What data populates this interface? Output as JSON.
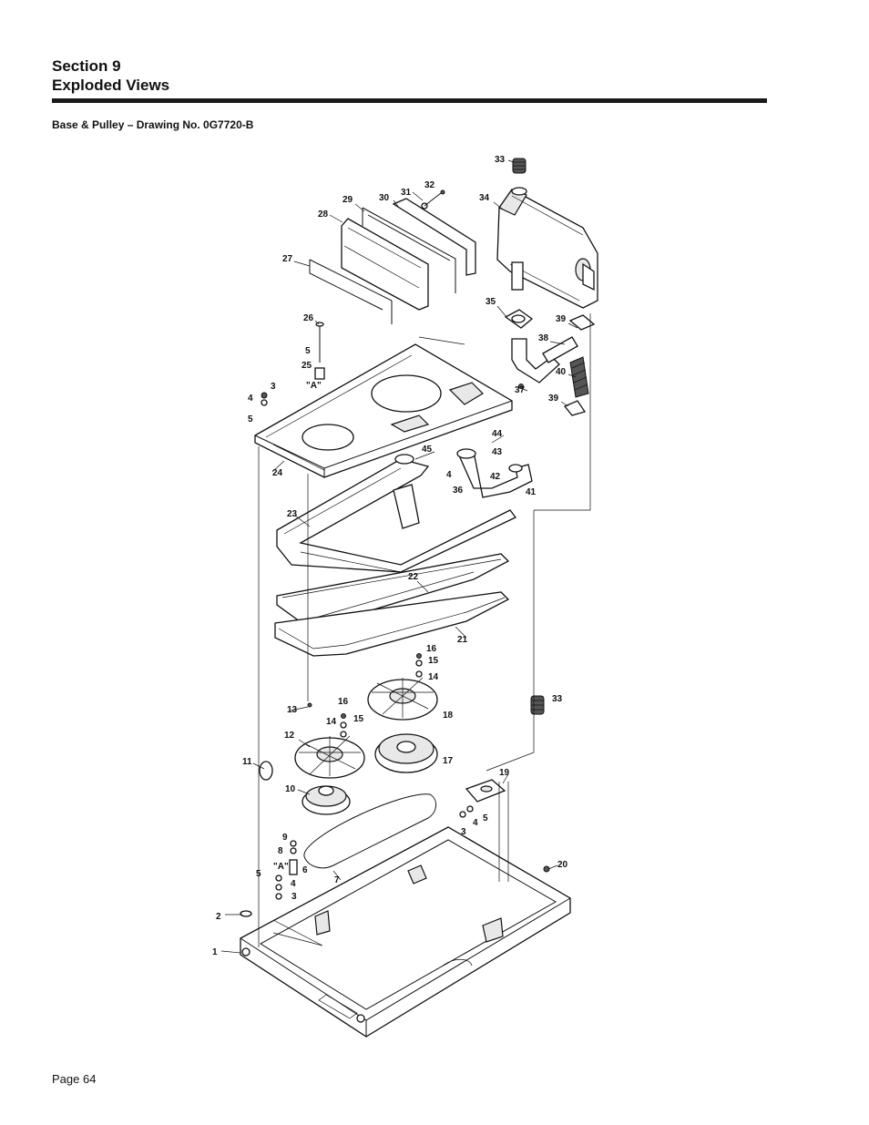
{
  "section": {
    "line1": "Section 9",
    "line2": "Exploded Views"
  },
  "drawing_title": "Base & Pulley – Drawing No. 0G7720-B",
  "page_label": "Page 64",
  "callouts": [
    "1",
    "2",
    "3",
    "4",
    "5",
    "6",
    "7",
    "8",
    "9",
    "10",
    "11",
    "12",
    "13",
    "14",
    "15",
    "16",
    "17",
    "18",
    "19",
    "20",
    "21",
    "22",
    "23",
    "24",
    "25",
    "26",
    "27",
    "28",
    "29",
    "30",
    "31",
    "32",
    "33",
    "34",
    "35",
    "36",
    "37",
    "38",
    "39",
    "40",
    "41",
    "42",
    "43",
    "44",
    "45",
    "\"A\""
  ]
}
